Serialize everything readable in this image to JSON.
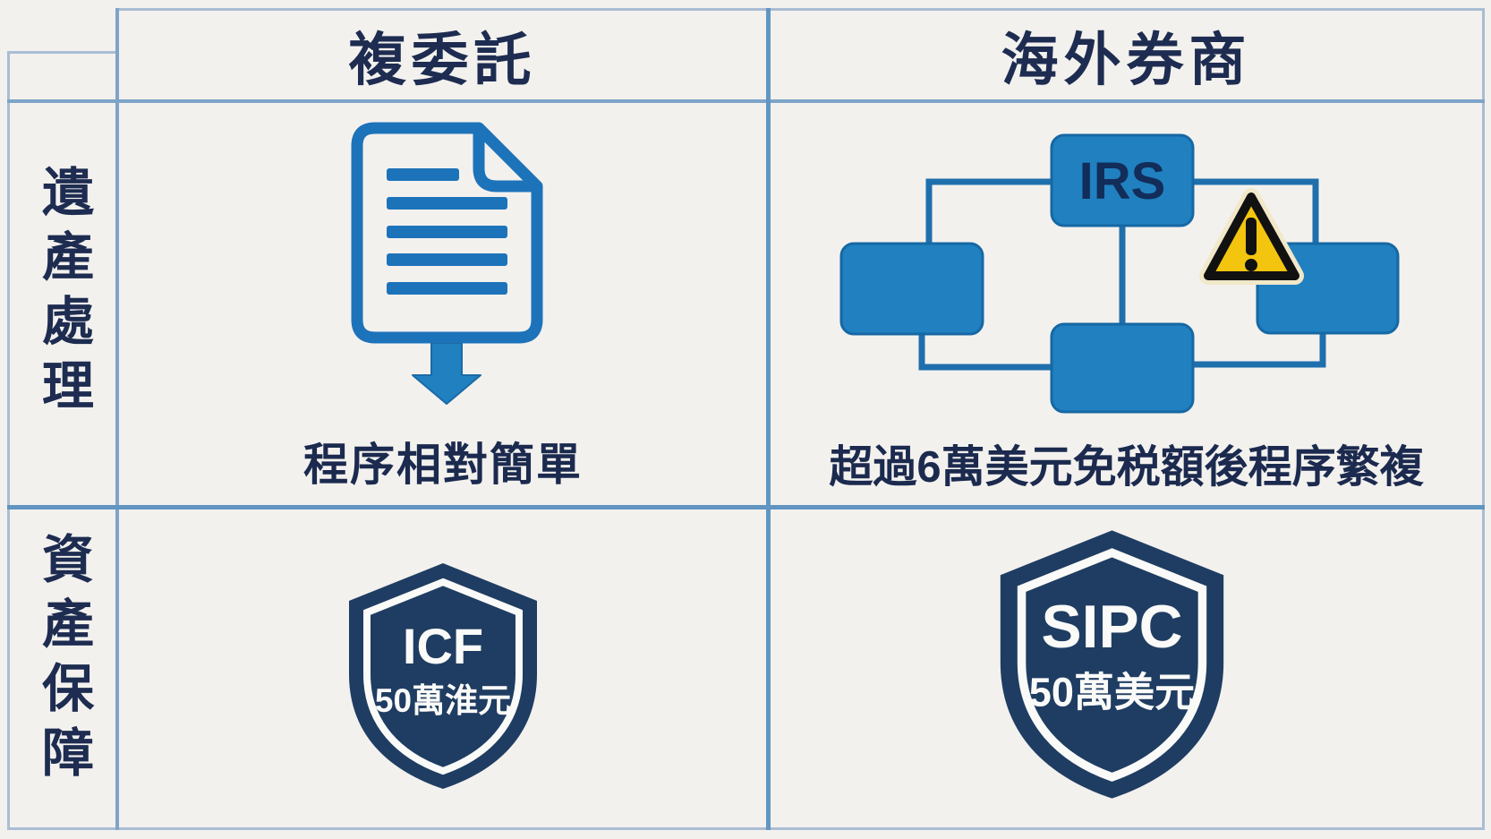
{
  "table": {
    "column_headers": [
      "複委託",
      "海外券商"
    ],
    "row_headers": [
      "遺產處理",
      "資產保障"
    ]
  },
  "cells": {
    "estate_sub_brokerage": {
      "caption": "程序相對簡單",
      "icon": "document-icon-with-down-arrow"
    },
    "estate_overseas": {
      "irs_label": "IRS",
      "caption": "超過6萬美元免税額後程序繁複",
      "icon": "irs-flowchart-with-warning-triangle"
    },
    "protection_sub_brokerage": {
      "org": "ICF",
      "amount": "50萬淮元",
      "icon": "shield-badge"
    },
    "protection_overseas": {
      "org": "SIPC",
      "amount": "50萬美元",
      "icon": "shield-badge"
    }
  },
  "colors": {
    "background": "#f3f1ee",
    "border_light": "#a9bdd3",
    "border_mid": "#7ea4c9",
    "border_accent": "#6195c2",
    "header_text": "#1d2c50",
    "flow_box_blue": "#2080c0",
    "flow_box_edge": "#1668a4",
    "connector_blue": "#1f6fad",
    "irs_text": "#122d5a",
    "document_blue": "#1d73b9",
    "shield_navy": "#1f3d62",
    "shield_text": "#fafaf8",
    "warning_yellow": "#f3c50e",
    "warning_edge": "#111111"
  }
}
